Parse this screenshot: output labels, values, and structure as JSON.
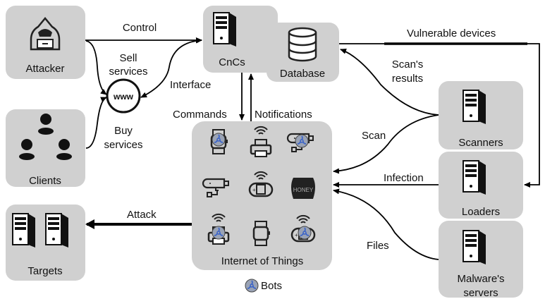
{
  "nodes": {
    "attacker": "Attacker",
    "clients": "Clients",
    "targets": "Targets",
    "cncs": "CnCs",
    "database": "Database",
    "iot": "Internet of Things",
    "scanners": "Scanners",
    "loaders": "Loaders",
    "malware_servers_line1": "Malware's",
    "malware_servers_line2": "servers",
    "www": "www",
    "honeypot": "HONEY"
  },
  "edges": {
    "control": "Control",
    "sell_line1": "Sell",
    "sell_line2": "services",
    "buy_line1": "Buy",
    "buy_line2": "services",
    "interface": "Interface",
    "commands": "Commands",
    "notifications": "Notifications",
    "vulnerable_devices": "Vulnerable devices",
    "scan_results_line1": "Scan's",
    "scan_results_line2": "results",
    "scan": "Scan",
    "infection": "Infection",
    "files": "Files",
    "attack": "Attack"
  },
  "legend": {
    "bots": "Bots"
  },
  "colors": {
    "box": "#d0d0d0",
    "bot_badge": "#9aa3b5",
    "biohazard": "#3b64c8"
  }
}
